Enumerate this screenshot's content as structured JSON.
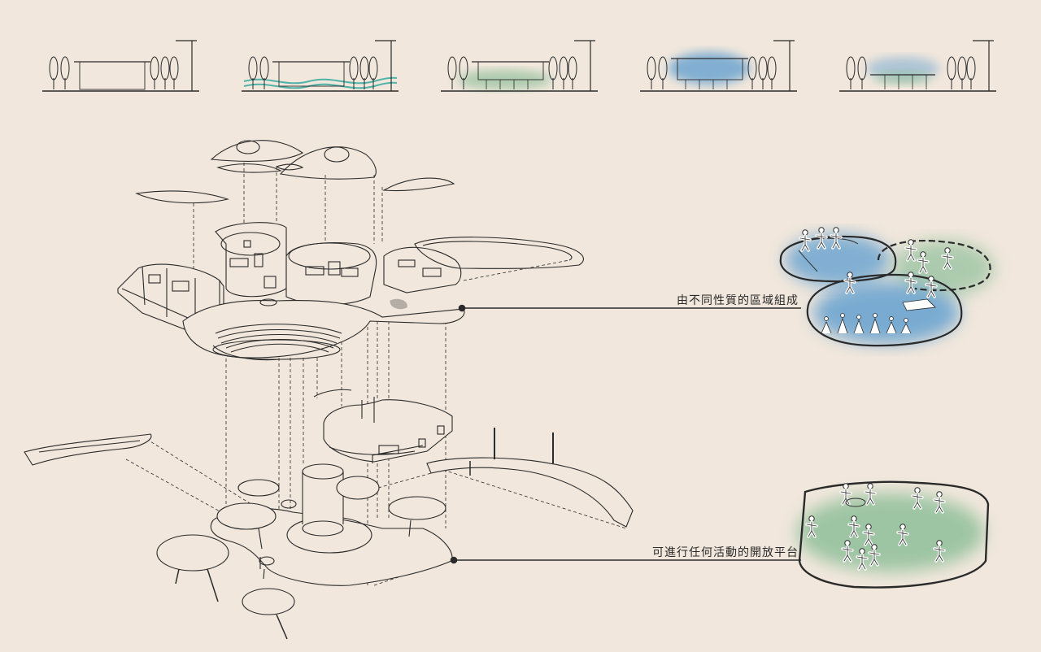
{
  "annotations": {
    "zones": "由不同性質的區域組成",
    "platform": "可進行任何活動的開放平台"
  },
  "colors": {
    "background": "#f1e7dc",
    "ink": "#2a2a2a",
    "water_blue": "#5b9ccf",
    "grass_green": "#8fbf9a",
    "wave_teal": "#4fb3a8"
  },
  "section_strip": {
    "stages": [
      {
        "id": "plain",
        "fill": "none",
        "icon": "section-plain-icon"
      },
      {
        "id": "wave",
        "fill": "wave",
        "icon": "section-wave-icon"
      },
      {
        "id": "green",
        "fill": "green",
        "icon": "section-green-icon"
      },
      {
        "id": "blue",
        "fill": "blue",
        "icon": "section-blue-icon"
      },
      {
        "id": "mixed",
        "fill": "mixed",
        "icon": "section-mixed-icon"
      }
    ]
  },
  "vignettes": [
    {
      "id": "zones-vignette",
      "icon": "overlapping-zones-icon"
    },
    {
      "id": "platform-vignette",
      "icon": "open-platform-people-icon"
    }
  ]
}
